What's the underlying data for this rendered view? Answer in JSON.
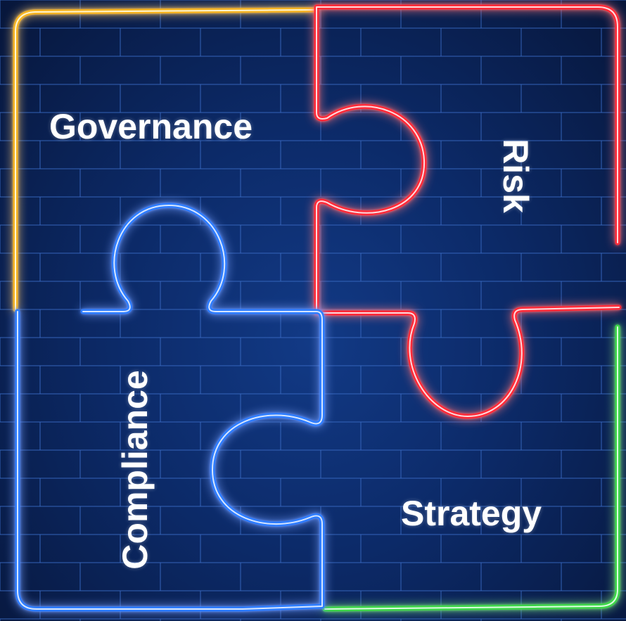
{
  "labels": {
    "governance": "Governance",
    "risk": "Risk",
    "compliance": "Compliance",
    "strategy": "Strategy"
  },
  "pieces": [
    {
      "key": "governance",
      "color": "#f5b320"
    },
    {
      "key": "risk",
      "color": "#ff2a38"
    },
    {
      "key": "compliance",
      "color": "#2f7dff"
    },
    {
      "key": "strategy",
      "color": "#3ed64a"
    }
  ],
  "background": {
    "wall": "#0f2f74",
    "mortar": "#3a6bc4"
  }
}
